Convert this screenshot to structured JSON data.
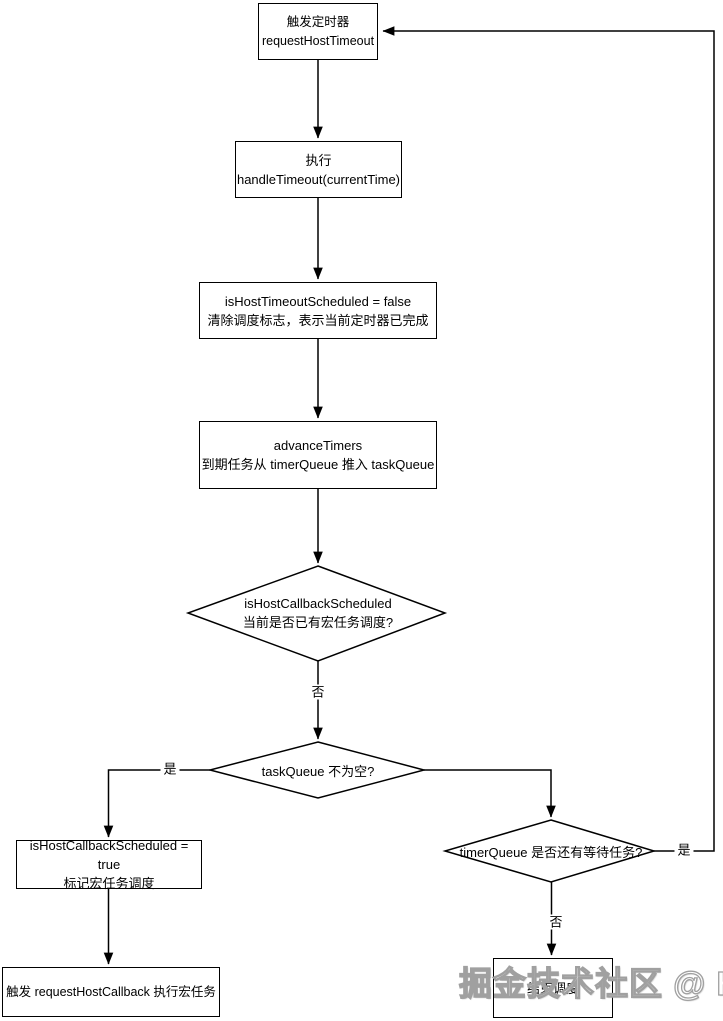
{
  "watermark": {
    "text": "掘金技术社区 @ HYY"
  },
  "flowchart": {
    "boxes": {
      "trigger_timer": {
        "line1": "触发定时器",
        "line2": "requestHostTimeout"
      },
      "handle_timeout": {
        "line1": "执行",
        "line2": "handleTimeout(currentTime)"
      },
      "clear_timeout_flag": {
        "line1": "isHostTimeoutScheduled = false",
        "line2": "清除调度标志，表示当前定时器已完成"
      },
      "advance_timers": {
        "line1": "advanceTimers",
        "line2": "到期任务从 timerQueue 推入 taskQueue"
      },
      "mark_macrotask": {
        "line1": "isHostCallbackScheduled = true",
        "line2": "标记宏任务调度"
      },
      "request_host_callback": {
        "line1": "触发 requestHostCallback 执行宏任务"
      },
      "end_scheduling": {
        "line1": "结束调度"
      }
    },
    "decisions": {
      "is_host_callback_scheduled": {
        "line1": "isHostCallbackScheduled",
        "line2": "当前是否已有宏任务调度?"
      },
      "task_queue_not_empty": {
        "line1": "taskQueue 不为空?"
      },
      "timer_queue_waiting": {
        "line1": "timerQueue 是否还有等待任务?"
      }
    },
    "edge_labels": {
      "callback_scheduled_no": "否",
      "task_queue_yes": "是",
      "timer_queue_yes": "是",
      "timer_queue_no": "否"
    },
    "colors": {
      "line": "#000000",
      "border": "#000000",
      "background": "#ffffff",
      "watermark": "#ffffff"
    }
  }
}
